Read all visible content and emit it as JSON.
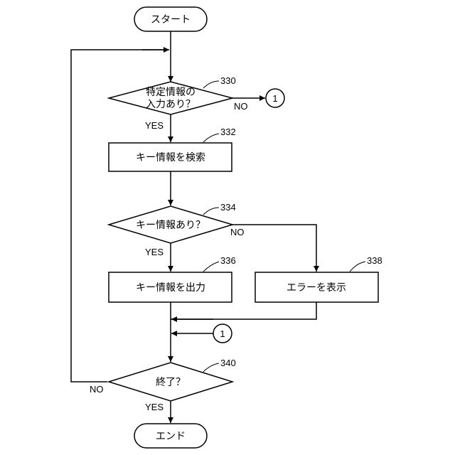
{
  "start": {
    "label": "スタート"
  },
  "decision_330": {
    "ref": "330",
    "line1": "特定情報の",
    "line2": "入力あり？",
    "yes": "YES",
    "no": "NO"
  },
  "connector_out": {
    "label": "1"
  },
  "process_332": {
    "ref": "332",
    "label": "キー情報を検索"
  },
  "decision_334": {
    "ref": "334",
    "label": "キー情報あり？",
    "yes": "YES",
    "no": "NO"
  },
  "process_336": {
    "ref": "336",
    "label": "キー情報を出力"
  },
  "process_338": {
    "ref": "338",
    "label": "エラーを表示"
  },
  "connector_in": {
    "label": "1"
  },
  "decision_340": {
    "ref": "340",
    "label": "終了？",
    "yes": "YES",
    "no": "NO"
  },
  "end": {
    "label": "エンド"
  }
}
